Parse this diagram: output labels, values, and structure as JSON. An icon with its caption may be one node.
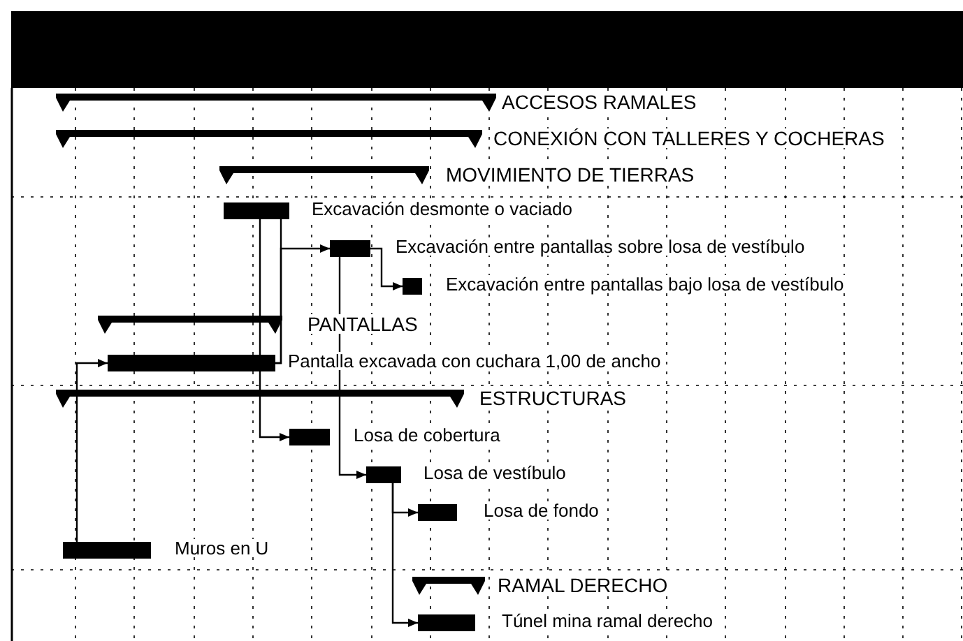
{
  "diagram": {
    "nodes": [
      {
        "text": [],
        "shape": "bar",
        "beside": [
          "ACCESOS RAMALES"
        ]
      },
      {
        "text": [],
        "shape": "bar",
        "beside": [
          "CONEXIÓN CON TALLERES Y COCHERAS"
        ]
      },
      {
        "text": [],
        "shape": "bar",
        "beside": [
          "MOVIMIENTO DE TIERRAS"
        ]
      },
      {
        "text": [],
        "shape": "bar",
        "beside": [
          "Excavación desmonte o vaciado"
        ]
      },
      {
        "text": [],
        "shape": "bar",
        "beside": [
          "Excavación entre pantallas sobre losa de vestíbulo"
        ]
      },
      {
        "text": [],
        "shape": "bar",
        "beside": [
          "Excavación entre pantallas bajo losa de vestíbulo"
        ]
      },
      {
        "text": [],
        "shape": "bar",
        "beside": [
          "PANTALLAS"
        ]
      },
      {
        "text": [],
        "shape": "bar",
        "beside": [
          "Pantalla excavada con cuchara 1,00 de ancho"
        ]
      },
      {
        "text": [],
        "shape": "bar",
        "beside": [
          "ESTRUCTURAS"
        ]
      },
      {
        "text": [],
        "shape": "bar",
        "beside": [
          "Losa de cobertura"
        ]
      },
      {
        "text": [],
        "shape": "bar",
        "beside": [
          "Losa de vestíbulo"
        ]
      },
      {
        "text": [],
        "shape": "bar",
        "beside": [
          "Losa de fondo"
        ]
      },
      {
        "text": [],
        "shape": "bar",
        "beside": [
          "Muros en U"
        ]
      },
      {
        "text": [],
        "shape": "bar",
        "beside": [
          "RAMAL DERECHO"
        ]
      },
      {
        "text": [],
        "shape": "bar",
        "beside": [
          "Túnel mina ramal derecho"
        ]
      }
    ],
    "edges": [
      {
        "from": 12,
        "to": 7,
        "arrow": "to"
      },
      {
        "from": 7,
        "to": 3,
        "arrow": "to"
      },
      {
        "from": 7,
        "to": 4,
        "arrow": "to"
      },
      {
        "from": 4,
        "to": 5,
        "arrow": "to"
      },
      {
        "from": 3,
        "to": 9,
        "arrow": "to"
      },
      {
        "from": 4,
        "to": 10,
        "arrow": "to"
      },
      {
        "from": 10,
        "to": 11,
        "arrow": "to"
      },
      {
        "from": 10,
        "to": 14,
        "arrow": "to"
      }
    ]
  }
}
